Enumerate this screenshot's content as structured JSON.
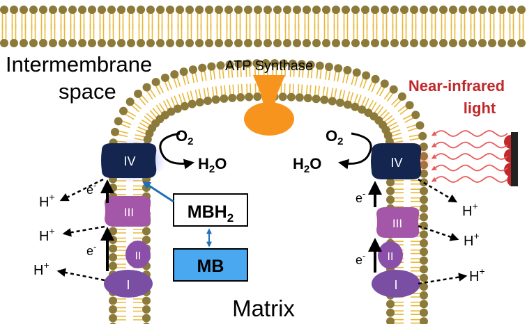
{
  "labels": {
    "intermembrane_line1": "Intermembrane",
    "intermembrane_line2": "space",
    "atp_synthase": "ATP Synthase",
    "nir_line1": "Near-infrared",
    "nir_line2": "light",
    "matrix": "Matrix",
    "mbh2_main": "MBH",
    "mbh2_sub": "2",
    "mb": "MB",
    "o2_main": "O",
    "o2_sub": "2",
    "h2o_h": "H",
    "h2o_sub": "2",
    "h2o_o": "O",
    "electron": "e",
    "electron_sup": "-",
    "proton": "H",
    "proton_sup": "+"
  },
  "complexes": {
    "iv": "IV",
    "iii": "III",
    "ii": "II",
    "i": "I"
  },
  "colors": {
    "membrane_head": "#8c7a3a",
    "membrane_tail": "#e8b83c",
    "atp_synthase": "#f7941d",
    "complex_iv": "#14264f",
    "complex_iii": "#a457a9",
    "complex_ii": "#8a4fa8",
    "complex_i": "#7a4fa3",
    "mb_box": "#4aa8f0",
    "nir_text": "#c0282a",
    "nir_wave": "#e85a5a",
    "link_arrow": "#1f6fb5"
  },
  "icons": {
    "light_source": "light-source-icon"
  }
}
